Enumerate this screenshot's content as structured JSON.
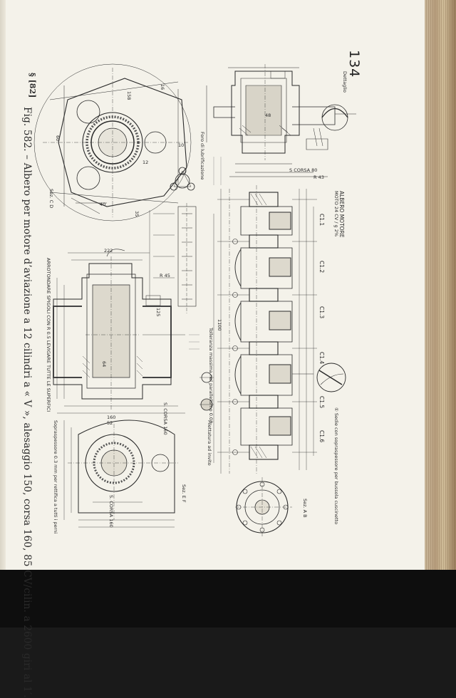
{
  "page": {
    "page_number": "134",
    "figure_prefix": "§ [82]",
    "caption": "Fig. 582. – Albero per motore d’aviazione a 12 cilindri a « V », alesaggio 150, corsa 160, 85 CV/cilin. a 2600 giri al 1′."
  },
  "drawing_labels": {
    "title_block": "ALBERO MOTORE",
    "material": "MOTO 24 CV / g 2%",
    "detail_label": "Dettaglio",
    "note_right_bottom": "① Sedie con sopraspessore per bussola cuscinetto",
    "section_ab": "Sez. A B",
    "section_cd": "Sez. C D",
    "section_ef": "Sez. E F",
    "corsa_label": "S. CORSA 160",
    "corsa_label_2": "S CORSA 80",
    "c_one": "C1.1",
    "c_two": "C1.2",
    "c_three": "C1.3",
    "c_four": "C1.4",
    "c_five": "C1.5",
    "c_six": "C1.6",
    "note_arrotondare": "ARROTONDARE SPIGOLI CON R 0.5 LEVIGARE TUTTE LE SUPERFICI",
    "note_tolleranza": "Tolleranza massima nel parallelismo 0.03",
    "note_sopraspessore": "Sopraspessore 0.3 mm per rettifica a tutti i perni",
    "note_filetto": "Filettatura ad invito",
    "note_foro": "Foro di lubrificazione",
    "dim_16": "16",
    "dim_158": "158",
    "dim_1100": "1100",
    "dim_64": "64",
    "dim_160": "160",
    "dim_52": "52",
    "dim_35": "35",
    "dim_125": "125",
    "dim_40": "40",
    "dim_48": "48",
    "dim_60": "60",
    "dim_222": "222",
    "dim_12": "12",
    "dim_10": "10",
    "dim_R45": "R 45",
    "dim_R43": "R 43"
  }
}
